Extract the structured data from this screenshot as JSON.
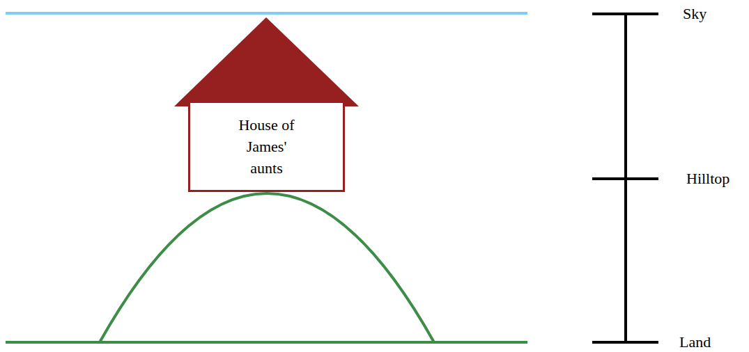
{
  "diagram": {
    "nodes": [
      {
        "text": [
          "House of James' aunts"
        ]
      }
    ],
    "labels": [
      "Sky",
      "Hilltop",
      "Land"
    ]
  }
}
